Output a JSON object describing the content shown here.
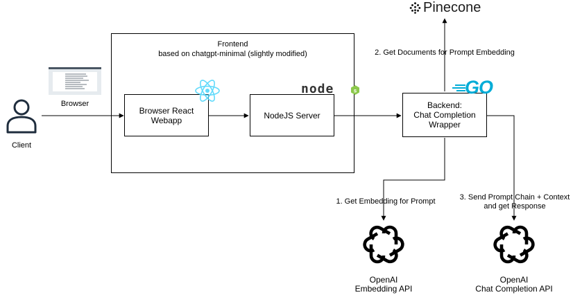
{
  "frontend": {
    "title": "Frontend",
    "subtitle": "based on chatgpt-minimal (slightly modified)"
  },
  "actors": {
    "client": "Client",
    "browser": "Browser"
  },
  "nodes": {
    "react_webapp": [
      "Browser React",
      "Webapp"
    ],
    "node_server": "NodeJS Server",
    "backend": [
      "Backend:",
      "Chat Completion",
      "Wrapper"
    ]
  },
  "edges": {
    "get_documents": "2. Get Documents for Prompt Embedding",
    "get_embedding": "1. Get Embedding for Prompt",
    "send_prompt": [
      "3. Send Prompt Chain + Context",
      "and get Response"
    ]
  },
  "logos": {
    "pinecone": "Pinecone",
    "node": "node",
    "go": "GO"
  },
  "services": {
    "embedding": [
      "OpenAI",
      "Embedding API"
    ],
    "chat": [
      "OpenAI",
      "Chat Completion API"
    ]
  },
  "icons": {
    "client": "user-icon",
    "browser": "browser-screenshot-icon",
    "react": "react-logo-icon",
    "nodejs": "nodejs-logo-icon",
    "go": "go-logo-icon",
    "pinecone": "pinecone-logo-icon",
    "openai": "openai-logo-icon"
  },
  "colors": {
    "react": "#61dafb",
    "go": "#00acd7",
    "node_dark": "#333333",
    "node_green": "#8cc84b",
    "line": "#000000"
  }
}
